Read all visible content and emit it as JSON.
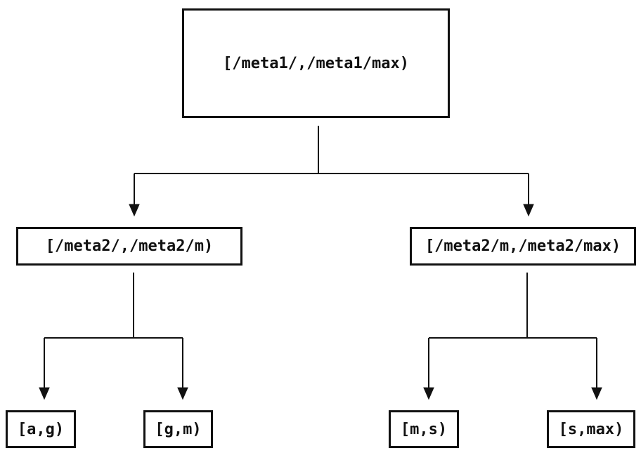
{
  "diagram": {
    "type": "tree",
    "root": {
      "label": "[/meta1/,/meta1/max)"
    },
    "level2": [
      {
        "label": "[/meta2/,/meta2/m)",
        "children": [
          {
            "label": "[a,g)"
          },
          {
            "label": "[g,m)"
          }
        ]
      },
      {
        "label": "[/meta2/m,/meta2/max)",
        "children": [
          {
            "label": "[m,s)"
          },
          {
            "label": "[s,max)"
          }
        ]
      }
    ],
    "colors": {
      "line": "#111111",
      "text": "#111111",
      "background": "#ffffff"
    }
  }
}
